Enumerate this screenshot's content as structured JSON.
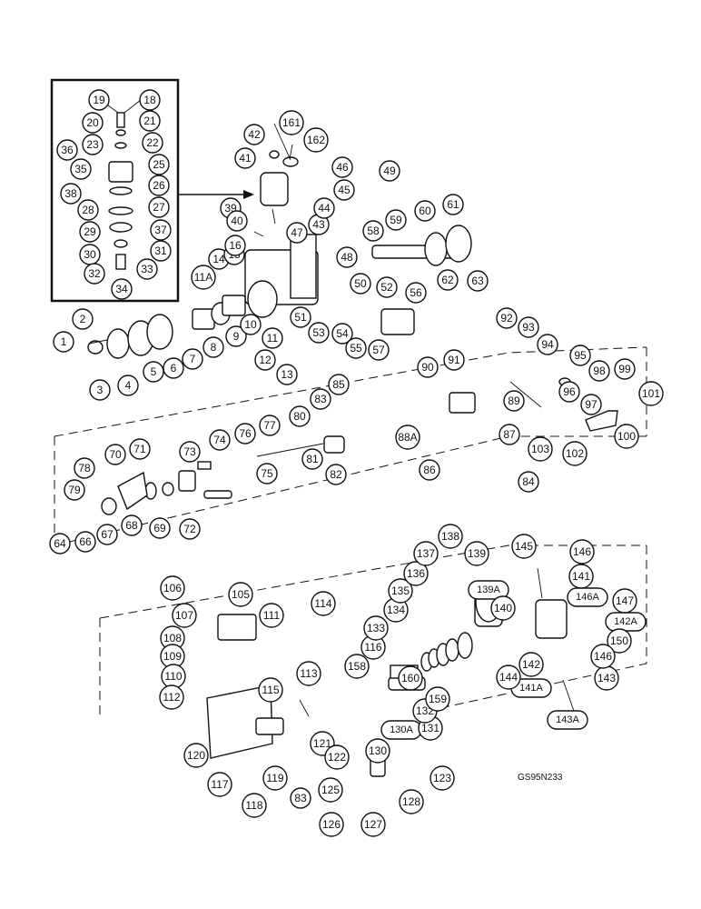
{
  "drawing_code": "GS95N233",
  "labels": [
    "1",
    "2",
    "3",
    "4",
    "5",
    "6",
    "7",
    "8",
    "9",
    "10",
    "11",
    "11A",
    "12",
    "13",
    "14",
    "15",
    "16",
    "18",
    "19",
    "20",
    "21",
    "22",
    "23",
    "25",
    "26",
    "27",
    "28",
    "29",
    "30",
    "31",
    "32",
    "33",
    "34",
    "35",
    "36",
    "37",
    "38",
    "39",
    "40",
    "41",
    "42",
    "43",
    "44",
    "45",
    "46",
    "47",
    "48",
    "49",
    "50",
    "51",
    "52",
    "53",
    "54",
    "55",
    "56",
    "57",
    "58",
    "59",
    "60",
    "61",
    "62",
    "63",
    "64",
    "66",
    "67",
    "68",
    "69",
    "70",
    "71",
    "72",
    "73",
    "74",
    "75",
    "76",
    "77",
    "78",
    "79",
    "80",
    "81",
    "82",
    "83",
    "84",
    "85",
    "86",
    "87",
    "88A",
    "89",
    "90",
    "91",
    "92",
    "93",
    "94",
    "95",
    "96",
    "97",
    "98",
    "99",
    "100",
    "101",
    "102",
    "103",
    "105",
    "106",
    "107",
    "108",
    "109",
    "110",
    "111",
    "112",
    "113",
    "114",
    "115",
    "116",
    "117",
    "118",
    "119",
    "120",
    "121",
    "122",
    "123",
    "125",
    "126",
    "127",
    "128",
    "130",
    "130A",
    "131",
    "132",
    "133",
    "134",
    "135",
    "136",
    "137",
    "138",
    "139",
    "139A",
    "140",
    "141",
    "141A",
    "142",
    "142A",
    "143",
    "143A",
    "144",
    "145",
    "146",
    "146A",
    "147",
    "150",
    "158",
    "159",
    "160",
    "161",
    "162"
  ]
}
